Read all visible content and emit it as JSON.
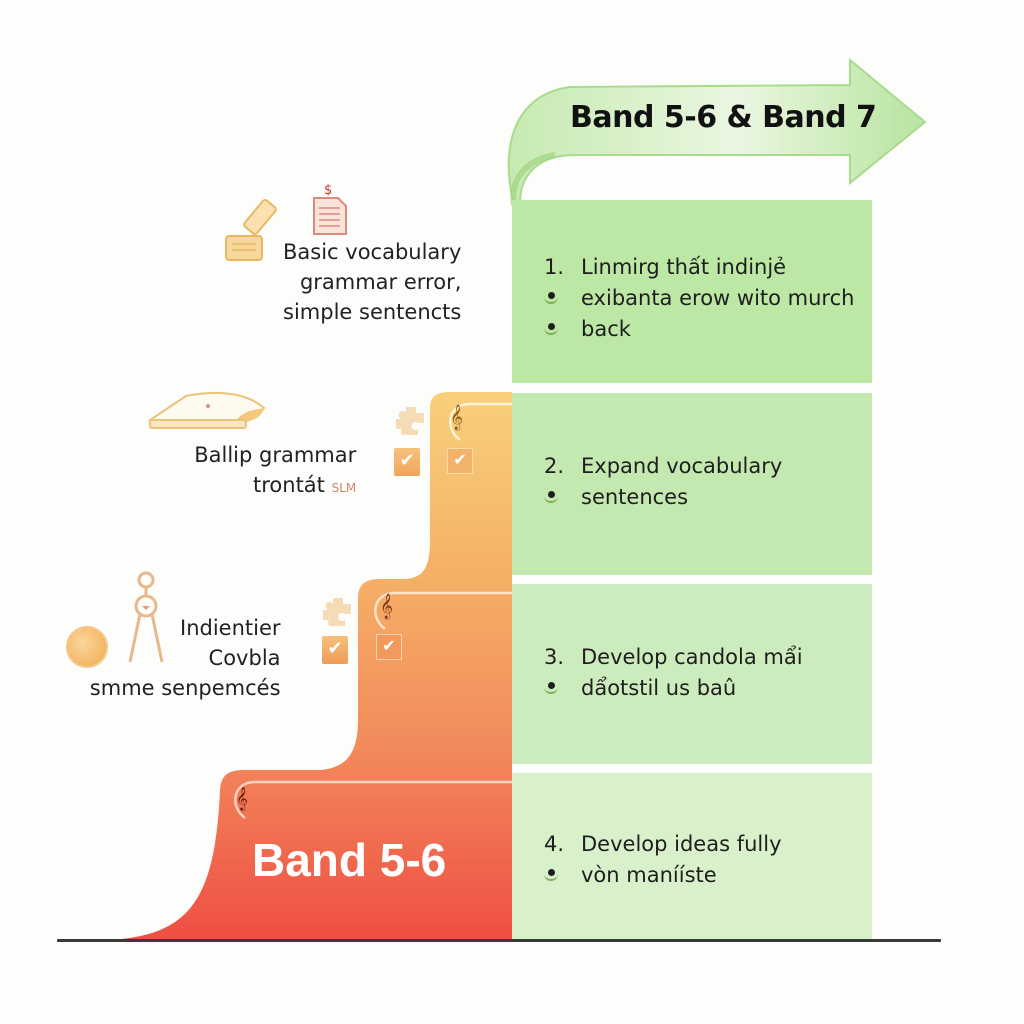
{
  "header_arrow": {
    "title": "Band 5-6 & Band 7",
    "color": "#b9e6a2"
  },
  "left_labels": [
    {
      "lines": [
        "Basic vocabulary",
        "grammar error,",
        "simple sentencts"
      ],
      "icons": [
        "pen-on-book-icon",
        "document-icon"
      ]
    },
    {
      "lines": [
        "Ballip grammar",
        "trontát"
      ],
      "tag": "SLM",
      "icons": [
        "book-icon"
      ]
    },
    {
      "lines": [
        "Indientier",
        "Covbla",
        "smme senpemcés"
      ],
      "icons": [
        "coin-icon",
        "figure-icon"
      ]
    }
  ],
  "staircase": {
    "base_label": "Band 5-6",
    "colors": {
      "top": "#f7cb7a",
      "middle": "#f4a062",
      "bottom": "#ef5545"
    },
    "step_icons": [
      "puzzle-icon",
      "checkbox-icon",
      "checkbox-icon",
      "swirl-icon"
    ]
  },
  "steps": [
    {
      "number": "1.",
      "title": "Linmirg thất indinjẻ",
      "bullets": [
        "exibanta erow wito murch",
        "back"
      ]
    },
    {
      "number": "2.",
      "title": "Expand vocabulary",
      "bullets": [
        "sentences"
      ]
    },
    {
      "number": "3.",
      "title": "Develop candola mẩi",
      "bullets": [
        "dẩotstil us baû"
      ]
    },
    {
      "number": "4.",
      "title": "Develop ideas fully",
      "bullets": [
        "vòn manííste"
      ]
    }
  ]
}
